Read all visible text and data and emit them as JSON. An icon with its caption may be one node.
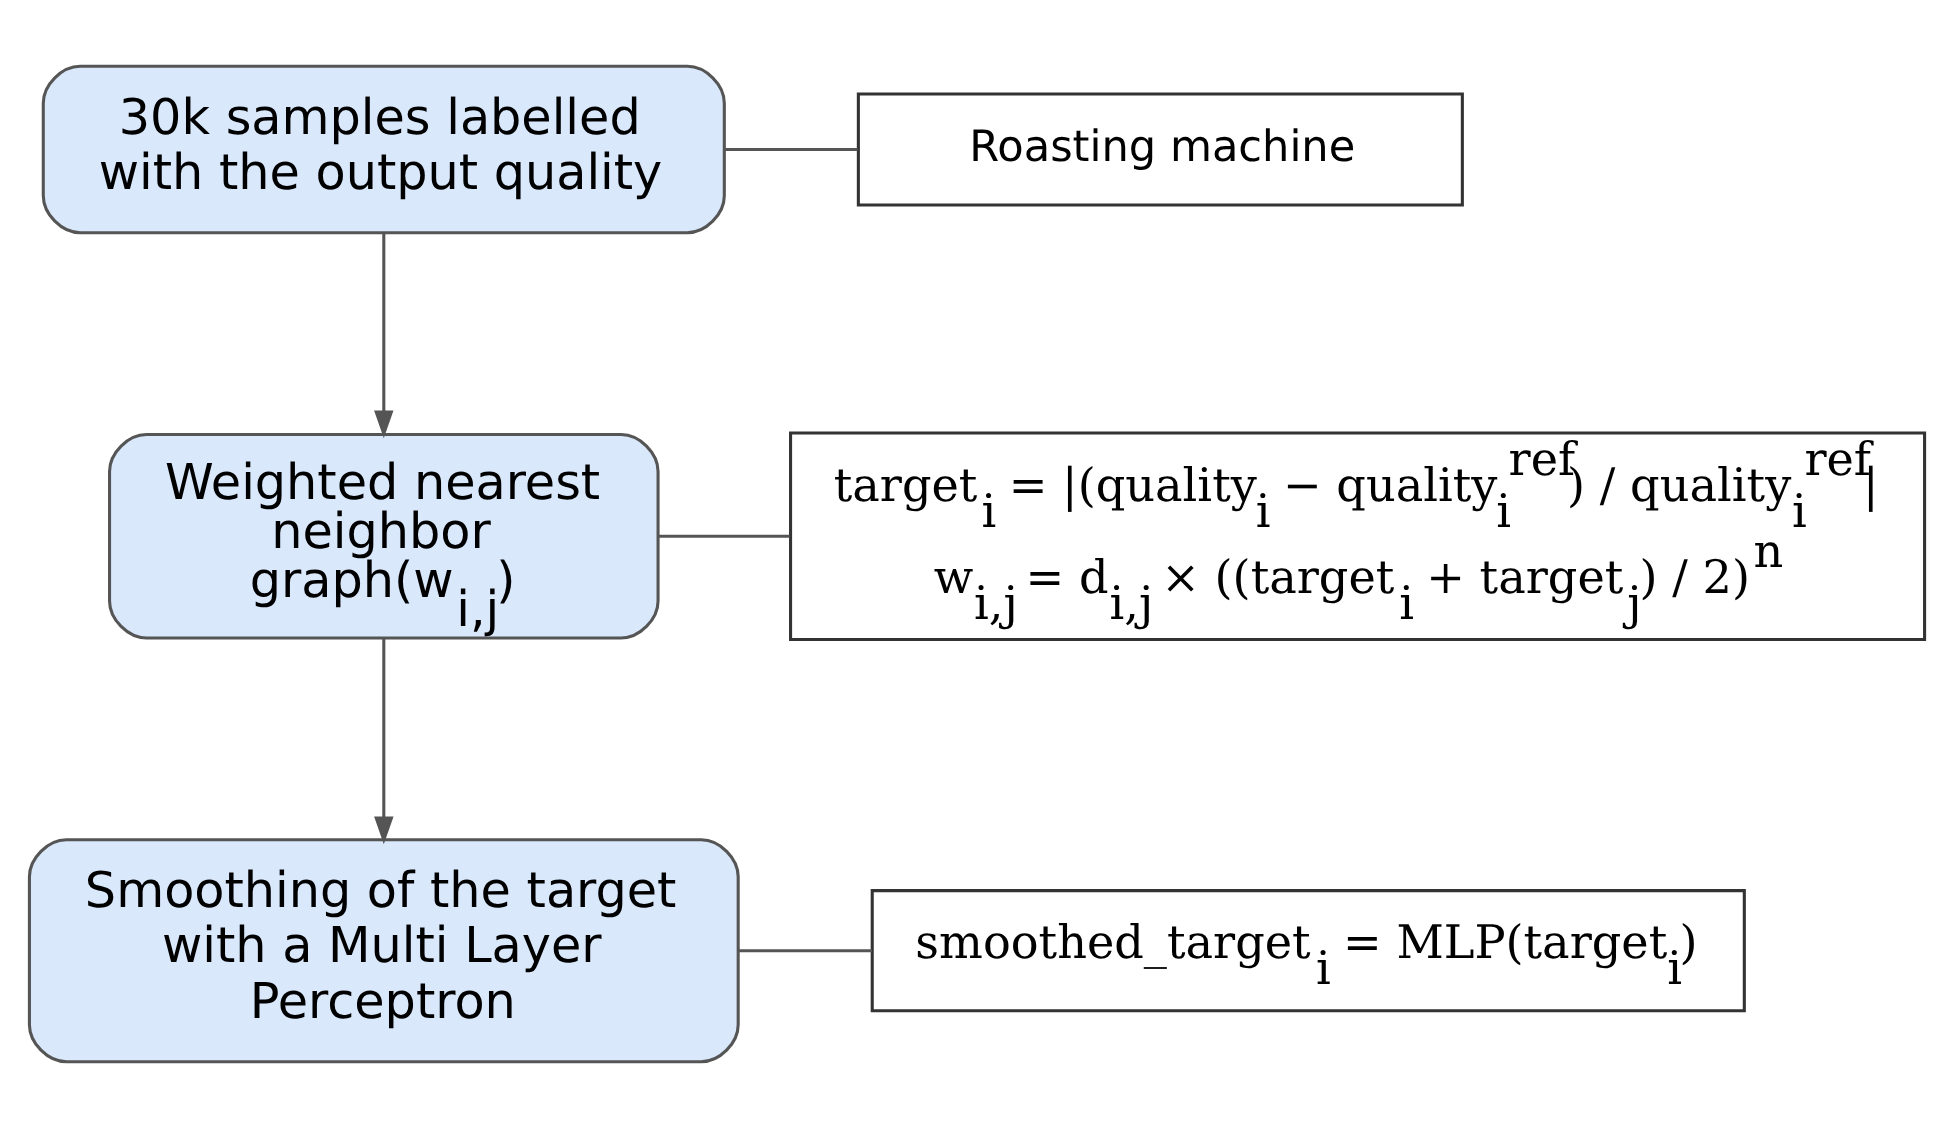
{
  "diagram": {
    "nodes": [
      {
        "text": [
          "30k samples labelled with the output quality"
        ]
      },
      {
        "text": [
          "Roasting machine"
        ]
      },
      {
        "text": [
          "Weighted nearest neighbor graph(w$_{i,j}$)"
        ]
      },
      {
        "text": [
          "target$_{i}$ = |(quality$_{i}$ − quality$_{i}$$^{ref}$) / quality$_{i}$$^{ref}$|",
          "w$_{i,j}$ = d$_{i,j}$ × ((target$_{i}$ + target$_{j}$) / 2)$^{n}$"
        ]
      },
      {
        "text": [
          "Smoothing of the target with a Multi Layer Perceptron"
        ]
      },
      {
        "text": [
          "smoothed_target$_{i}$ = MLP(target$_{i}$)"
        ]
      }
    ],
    "edges": [
      {
        "from": 0,
        "to": 1,
        "arrow": "none"
      },
      {
        "from": 0,
        "to": 2,
        "arrow": "to"
      },
      {
        "from": 2,
        "to": 3,
        "arrow": "none"
      },
      {
        "from": 2,
        "to": 4,
        "arrow": "to"
      },
      {
        "from": 4,
        "to": 5,
        "arrow": "none"
      }
    ]
  }
}
